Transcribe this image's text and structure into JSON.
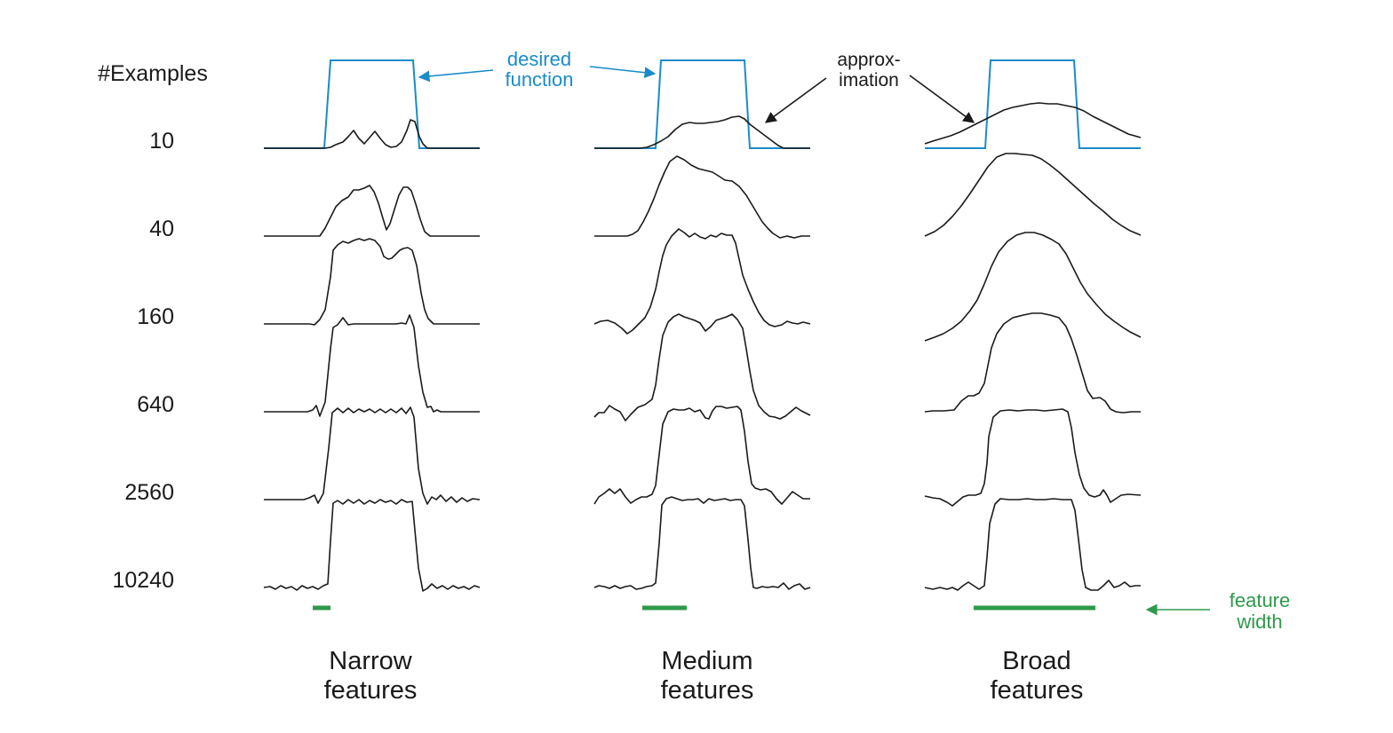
{
  "header": {
    "examples_label": "#Examples"
  },
  "row_labels": [
    "10",
    "40",
    "160",
    "640",
    "2560",
    "10240"
  ],
  "columns": [
    {
      "line1": "Narrow",
      "line2": "features"
    },
    {
      "line1": "Medium",
      "line2": "features"
    },
    {
      "line1": "Broad",
      "line2": "features"
    }
  ],
  "annotations": {
    "desired_line1": "desired",
    "desired_line2": "function",
    "approx_line1": "approx-",
    "approx_line2": "imation",
    "feature_line1": "feature",
    "feature_line2": "width"
  },
  "colors": {
    "desired": "#1a8cc8",
    "approximation": "#1a1a1a",
    "feature_width": "#2e9a4a",
    "text": "#1a1a1a"
  }
}
